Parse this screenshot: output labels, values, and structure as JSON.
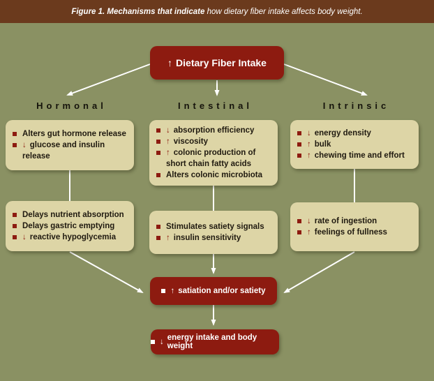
{
  "caption": {
    "title_bold": "Figure 1. Mechanisms that indicate",
    "title_italic": " how dietary fiber intake affects body weight."
  },
  "top_box": {
    "arrow": "↑",
    "label": "Dietary Fiber Intake"
  },
  "columns": [
    {
      "heading": "Hormonal",
      "box1": {
        "items": [
          {
            "arrow": "",
            "text": "Alters gut hormone release"
          },
          {
            "arrow": "↓",
            "text": "glucose and insulin release"
          }
        ]
      },
      "box2": {
        "items": [
          {
            "arrow": "",
            "text": "Delays nutrient absorption"
          },
          {
            "arrow": "",
            "text": "Delays gastric emptying"
          },
          {
            "arrow": "↓",
            "text": "reactive hypoglycemia"
          }
        ]
      }
    },
    {
      "heading": "Intestinal",
      "box1": {
        "items": [
          {
            "arrow": "↓",
            "text": "absorption efficiency"
          },
          {
            "arrow": "↑",
            "text": "viscosity"
          },
          {
            "arrow": "↑",
            "text": "colonic production of short chain fatty acids"
          },
          {
            "arrow": "",
            "text": "Alters colonic microbiota"
          }
        ]
      },
      "box2": {
        "items": [
          {
            "arrow": "",
            "text": "Stimulates satiety signals"
          },
          {
            "arrow": "↑",
            "text": "insulin sensitivity"
          }
        ]
      }
    },
    {
      "heading": "Intrinsic",
      "box1": {
        "items": [
          {
            "arrow": "↓",
            "text": "energy density"
          },
          {
            "arrow": "↑",
            "text": "bulk"
          },
          {
            "arrow": "↑",
            "text": "chewing time and effort"
          }
        ]
      },
      "box2": {
        "items": [
          {
            "arrow": "↓",
            "text": "rate of ingestion"
          },
          {
            "arrow": "↑",
            "text": "feelings of fullness"
          }
        ]
      }
    }
  ],
  "satiation_box": {
    "arrow": "↑",
    "text": "satiation and/or satiety"
  },
  "final_box": {
    "arrow": "↓",
    "text": "energy intake and body weight"
  },
  "colors": {
    "background": "#8a9163",
    "header_bar": "#6b3a1d",
    "accent_red": "#8d1b10",
    "panel_tan": "#ddd5a6",
    "text_dark": "#201a10",
    "text_light": "#ffffff"
  }
}
